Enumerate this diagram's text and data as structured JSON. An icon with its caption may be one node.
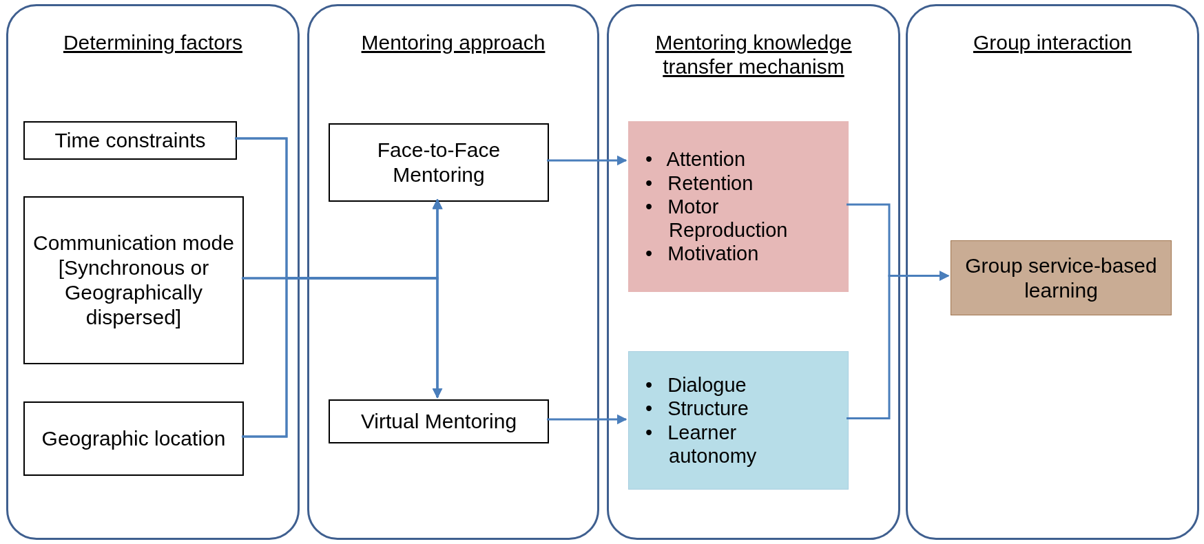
{
  "diagram": {
    "nodes": [
      {
        "text": [
          "Determining factors"
        ]
      },
      {
        "text": [
          "Time constraints"
        ],
        "in": 0
      },
      {
        "text": [
          "Communication mode [Synchronous or Geographically dispersed]"
        ],
        "in": 0
      },
      {
        "text": [
          "Geographic location"
        ],
        "in": 0
      },
      {
        "text": [
          "Mentoring approach"
        ]
      },
      {
        "text": [
          "Face-to-Face Mentoring"
        ],
        "in": 4
      },
      {
        "text": [
          "Virtual Mentoring"
        ],
        "in": 4
      },
      {
        "text": [
          "Mentoring knowledge transfer mechanism"
        ]
      },
      {
        "text": [
          "• Attention",
          "• Retention",
          "• Motor Reproduction",
          "• Motivation"
        ],
        "in": 7
      },
      {
        "text": [
          "• Dialogue",
          "• Structure",
          "• Learner autonomy"
        ],
        "in": 7
      },
      {
        "text": [
          "Group interaction"
        ]
      },
      {
        "text": [
          "Group service-based learning"
        ],
        "in": 10
      }
    ],
    "edges": [
      {
        "from": 1,
        "to": 5,
        "arrow": "to"
      },
      {
        "from": 1,
        "to": 6,
        "arrow": "to"
      },
      {
        "from": 2,
        "to": 5,
        "arrow": "to"
      },
      {
        "from": 2,
        "to": 6,
        "arrow": "to"
      },
      {
        "from": 3,
        "to": 5,
        "arrow": "to"
      },
      {
        "from": 3,
        "to": 6,
        "arrow": "to"
      },
      {
        "from": 5,
        "to": 8,
        "arrow": "to"
      },
      {
        "from": 6,
        "to": 9,
        "arrow": "to"
      },
      {
        "from": 8,
        "to": 11,
        "arrow": "to"
      },
      {
        "from": 9,
        "to": 11,
        "arrow": "to"
      }
    ]
  }
}
